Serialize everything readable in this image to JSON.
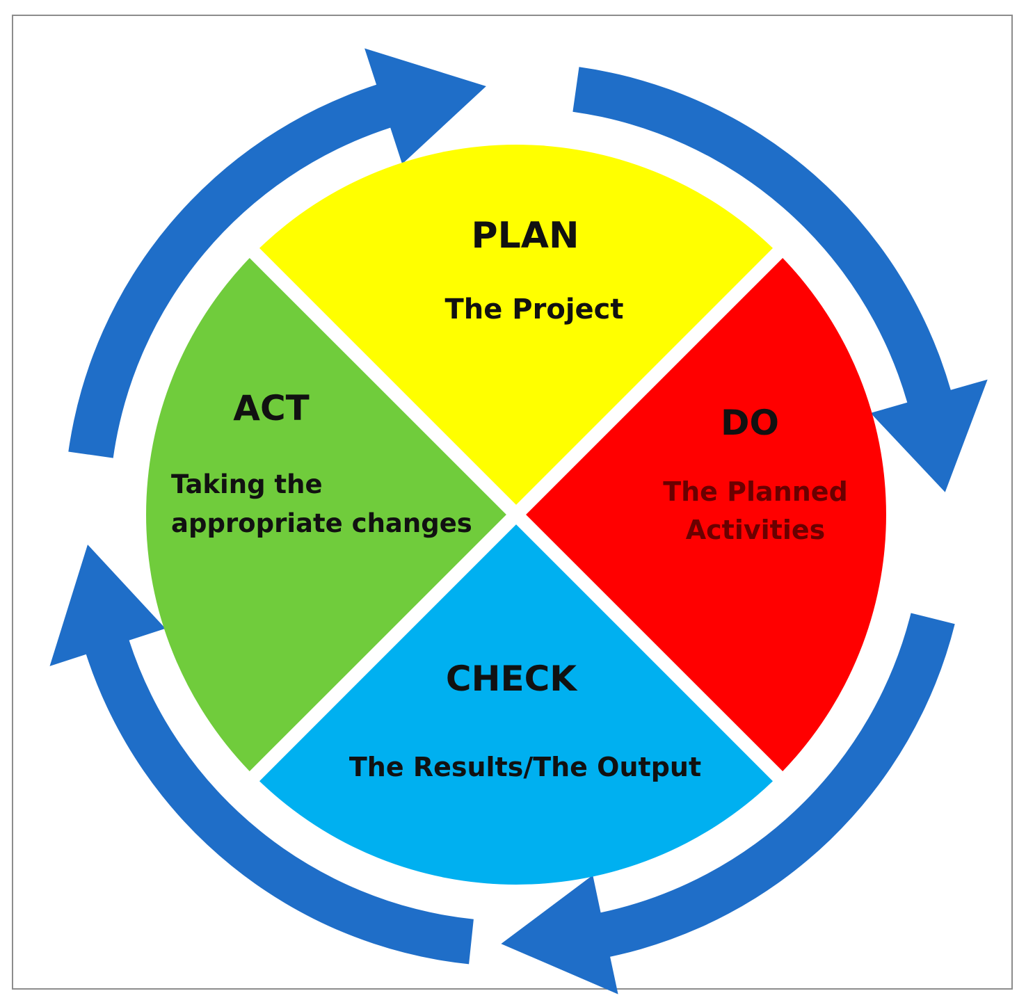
{
  "colors": {
    "arrow": "#1f6ec8",
    "plan": "#ffff00",
    "do": "#ff0000",
    "check": "#00b0f0",
    "act": "#70cc3c",
    "title_text": "#111111",
    "body_text": "#111111",
    "do_body_text": "#6a0000"
  },
  "quadrants": {
    "plan": {
      "title": "PLAN",
      "lines": [
        "The Project"
      ]
    },
    "do": {
      "title": "DO",
      "lines": [
        "The Planned",
        "Activities"
      ]
    },
    "check": {
      "title": "CHECK",
      "lines": [
        "The Results/The Output"
      ]
    },
    "act": {
      "title": "ACT",
      "lines": [
        "Taking the",
        "appropriate changes"
      ]
    }
  }
}
